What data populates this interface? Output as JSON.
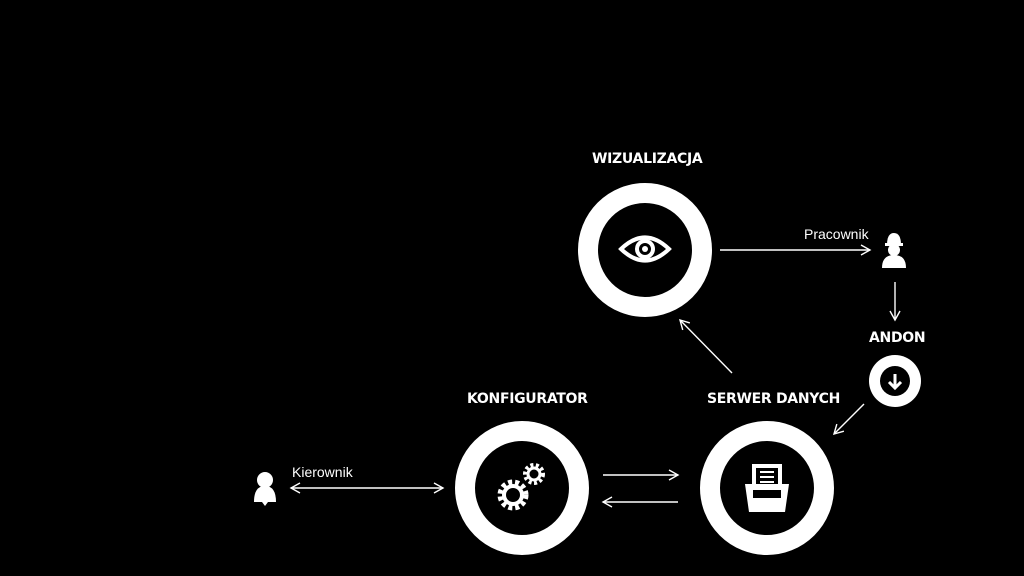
{
  "nodes": {
    "wizualizacja": {
      "title": "WIZUALIZACJA",
      "icon": "eye-icon"
    },
    "konfigurator": {
      "title": "KONFIGURATOR",
      "icon": "gears-icon"
    },
    "serwer": {
      "title": "SERWER DANYCH",
      "icon": "server-icon"
    },
    "andon": {
      "title": "ANDON",
      "icon": "down-arrow-icon"
    }
  },
  "actors": {
    "pracownik": {
      "label": "Pracownik",
      "icon": "worker-icon"
    },
    "kierownik": {
      "label": "Kierownik",
      "icon": "person-icon"
    }
  },
  "colors": {
    "background": "#000000",
    "foreground": "#ffffff"
  }
}
